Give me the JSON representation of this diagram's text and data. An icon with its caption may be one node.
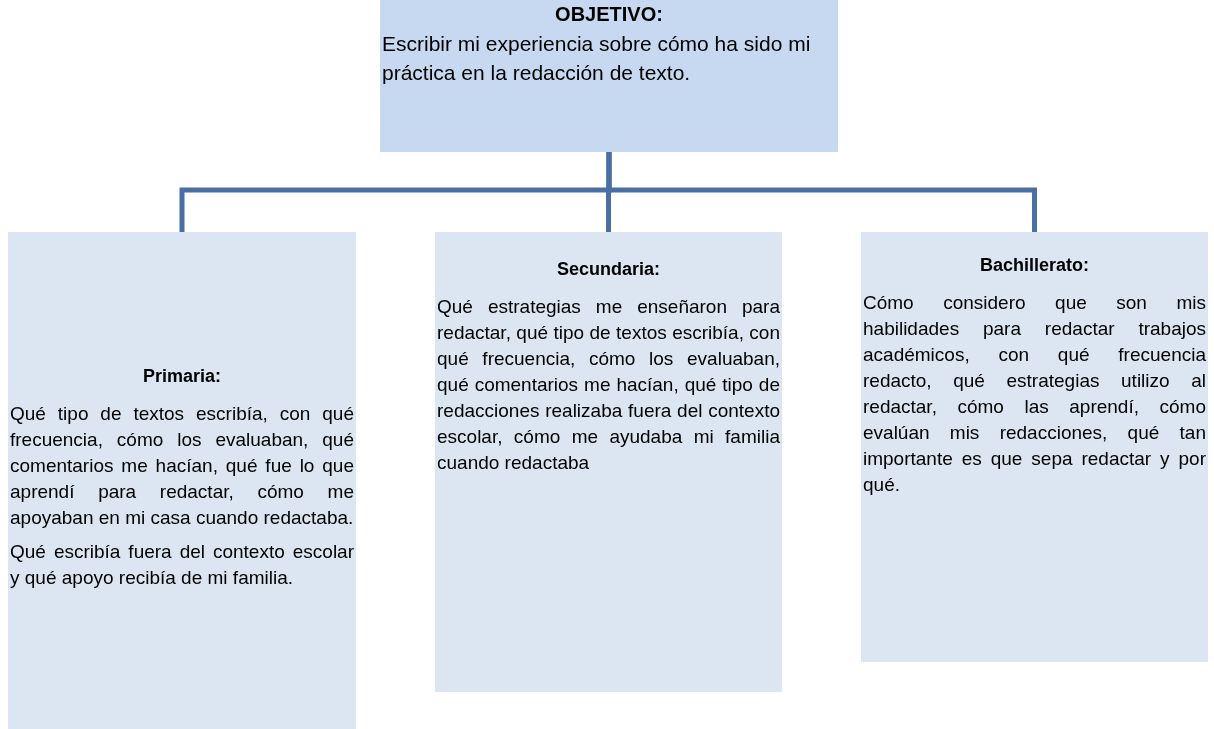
{
  "diagram": {
    "nodes": [
      {
        "text": [
          "OBJETIVO:",
          "Escribir mi experiencia sobre cómo ha sido mi práctica en la redacción de texto."
        ]
      },
      {
        "text": [
          "Primaria:",
          "Qué tipo de textos escribía, con qué frecuencia, cómo los evaluaban, qué comentarios me hacían, qué fue lo que aprendí para redactar, cómo me apoyaban en mi casa cuando redactaba.",
          "Qué escribía fuera del contexto escolar y qué apoyo recibía de mi familia."
        ]
      },
      {
        "text": [
          "Secundaria:",
          "Qué estrategias me enseñaron para redactar, qué tipo de textos escribía, con qué frecuencia, cómo los evaluaban, qué comentarios me hacían, qué tipo de redacciones realizaba fuera del contexto escolar, cómo me ayudaba mi familia cuando redactaba"
        ]
      },
      {
        "text": [
          "Bachillerato:",
          "Cómo considero que son mis habilidades para redactar trabajos académicos, con qué frecuencia redacto, qué estrategias utilizo al redactar, cómo las aprendí, cómo evalúan mis redacciones, qué tan importante es que sepa redactar y por qué."
        ]
      }
    ],
    "edges": [
      {
        "from": 0,
        "to": 1,
        "arrow": "none"
      },
      {
        "from": 0,
        "to": 2,
        "arrow": "none"
      },
      {
        "from": 0,
        "to": 3,
        "arrow": "none"
      }
    ]
  }
}
